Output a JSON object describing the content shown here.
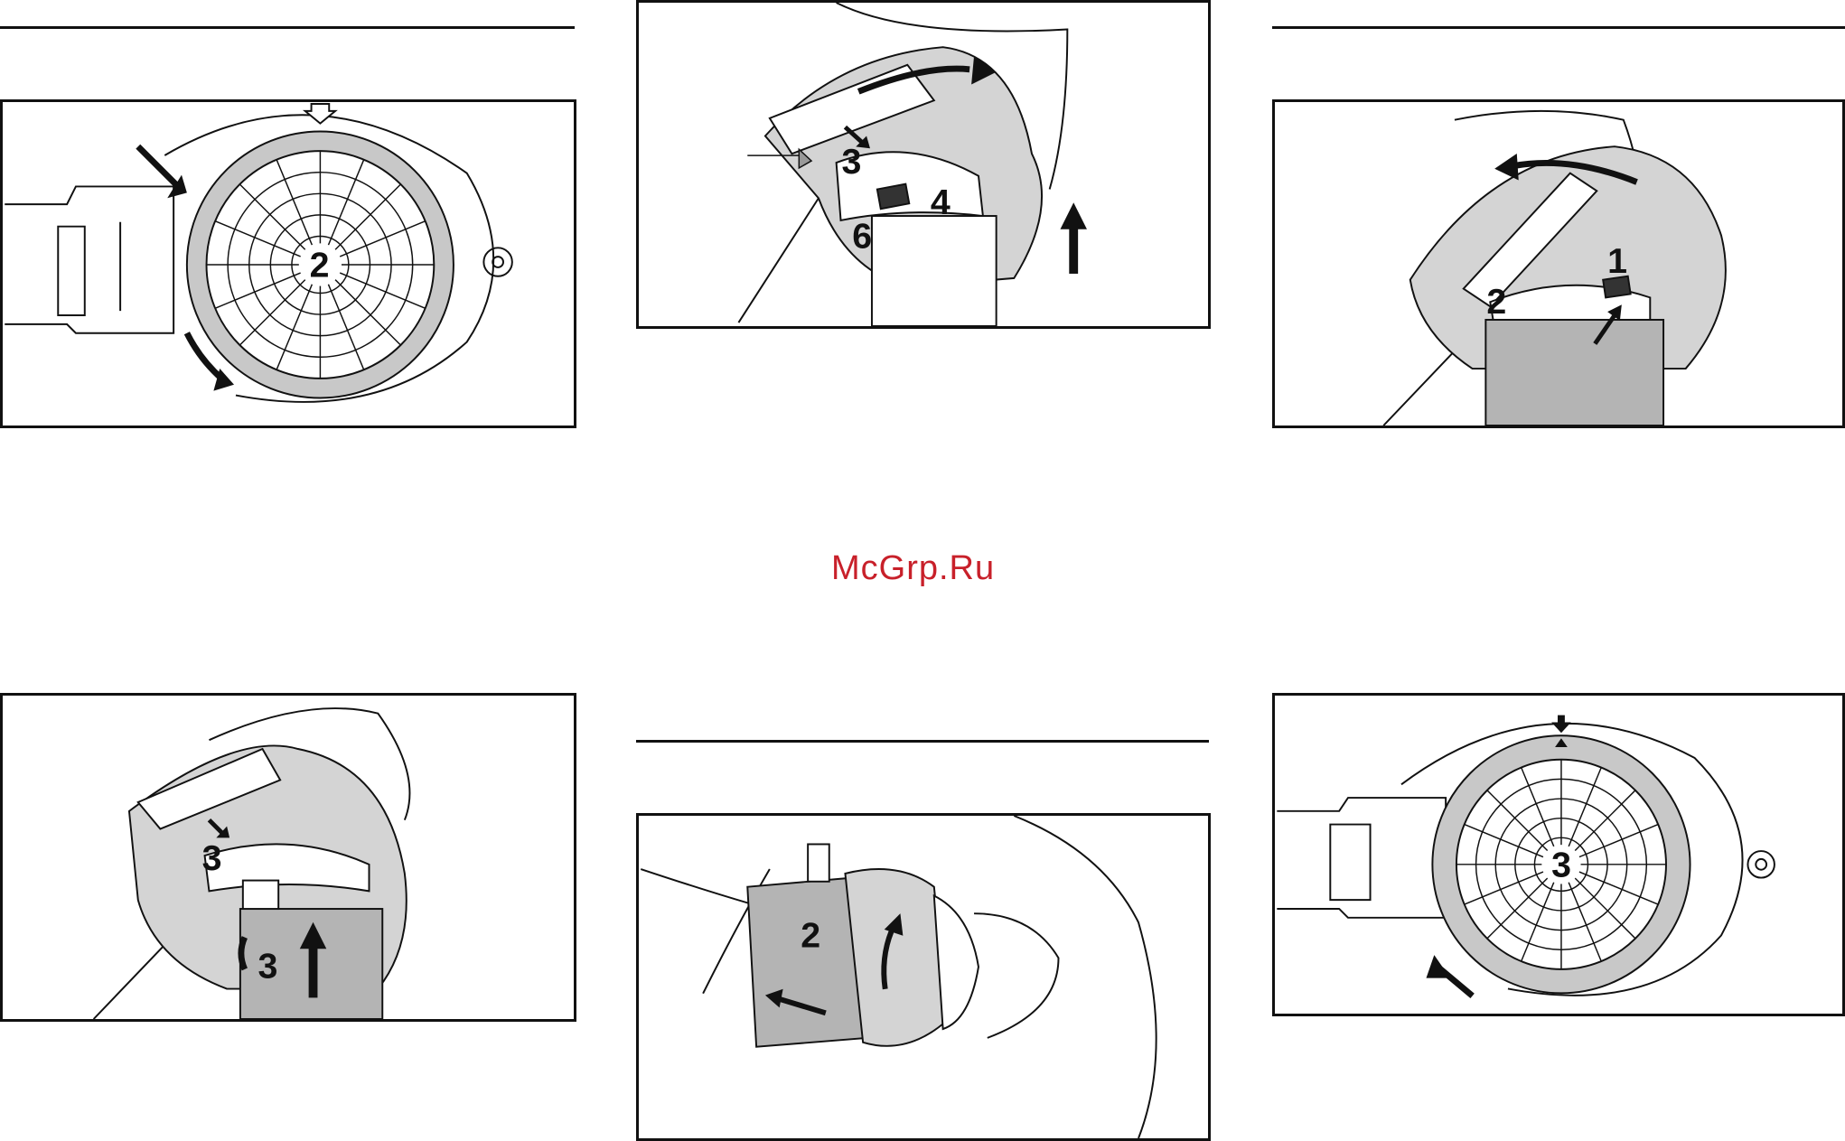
{
  "watermark": "McGrp.Ru",
  "figures": [
    {
      "id": "fig-a",
      "labels": [
        "2"
      ]
    },
    {
      "id": "fig-b",
      "labels": [
        "3",
        "4",
        "6"
      ]
    },
    {
      "id": "fig-c",
      "labels": [
        "1",
        "2"
      ]
    },
    {
      "id": "fig-d",
      "labels": [
        "3",
        "3"
      ]
    },
    {
      "id": "fig-e",
      "labels": [
        "2"
      ]
    },
    {
      "id": "fig-f",
      "labels": [
        "3"
      ]
    }
  ],
  "colors": {
    "line": "#111111",
    "fill_gray": "#b4b4b4",
    "ring_gray": "#c8c8c8",
    "watermark": "#c8202a"
  }
}
